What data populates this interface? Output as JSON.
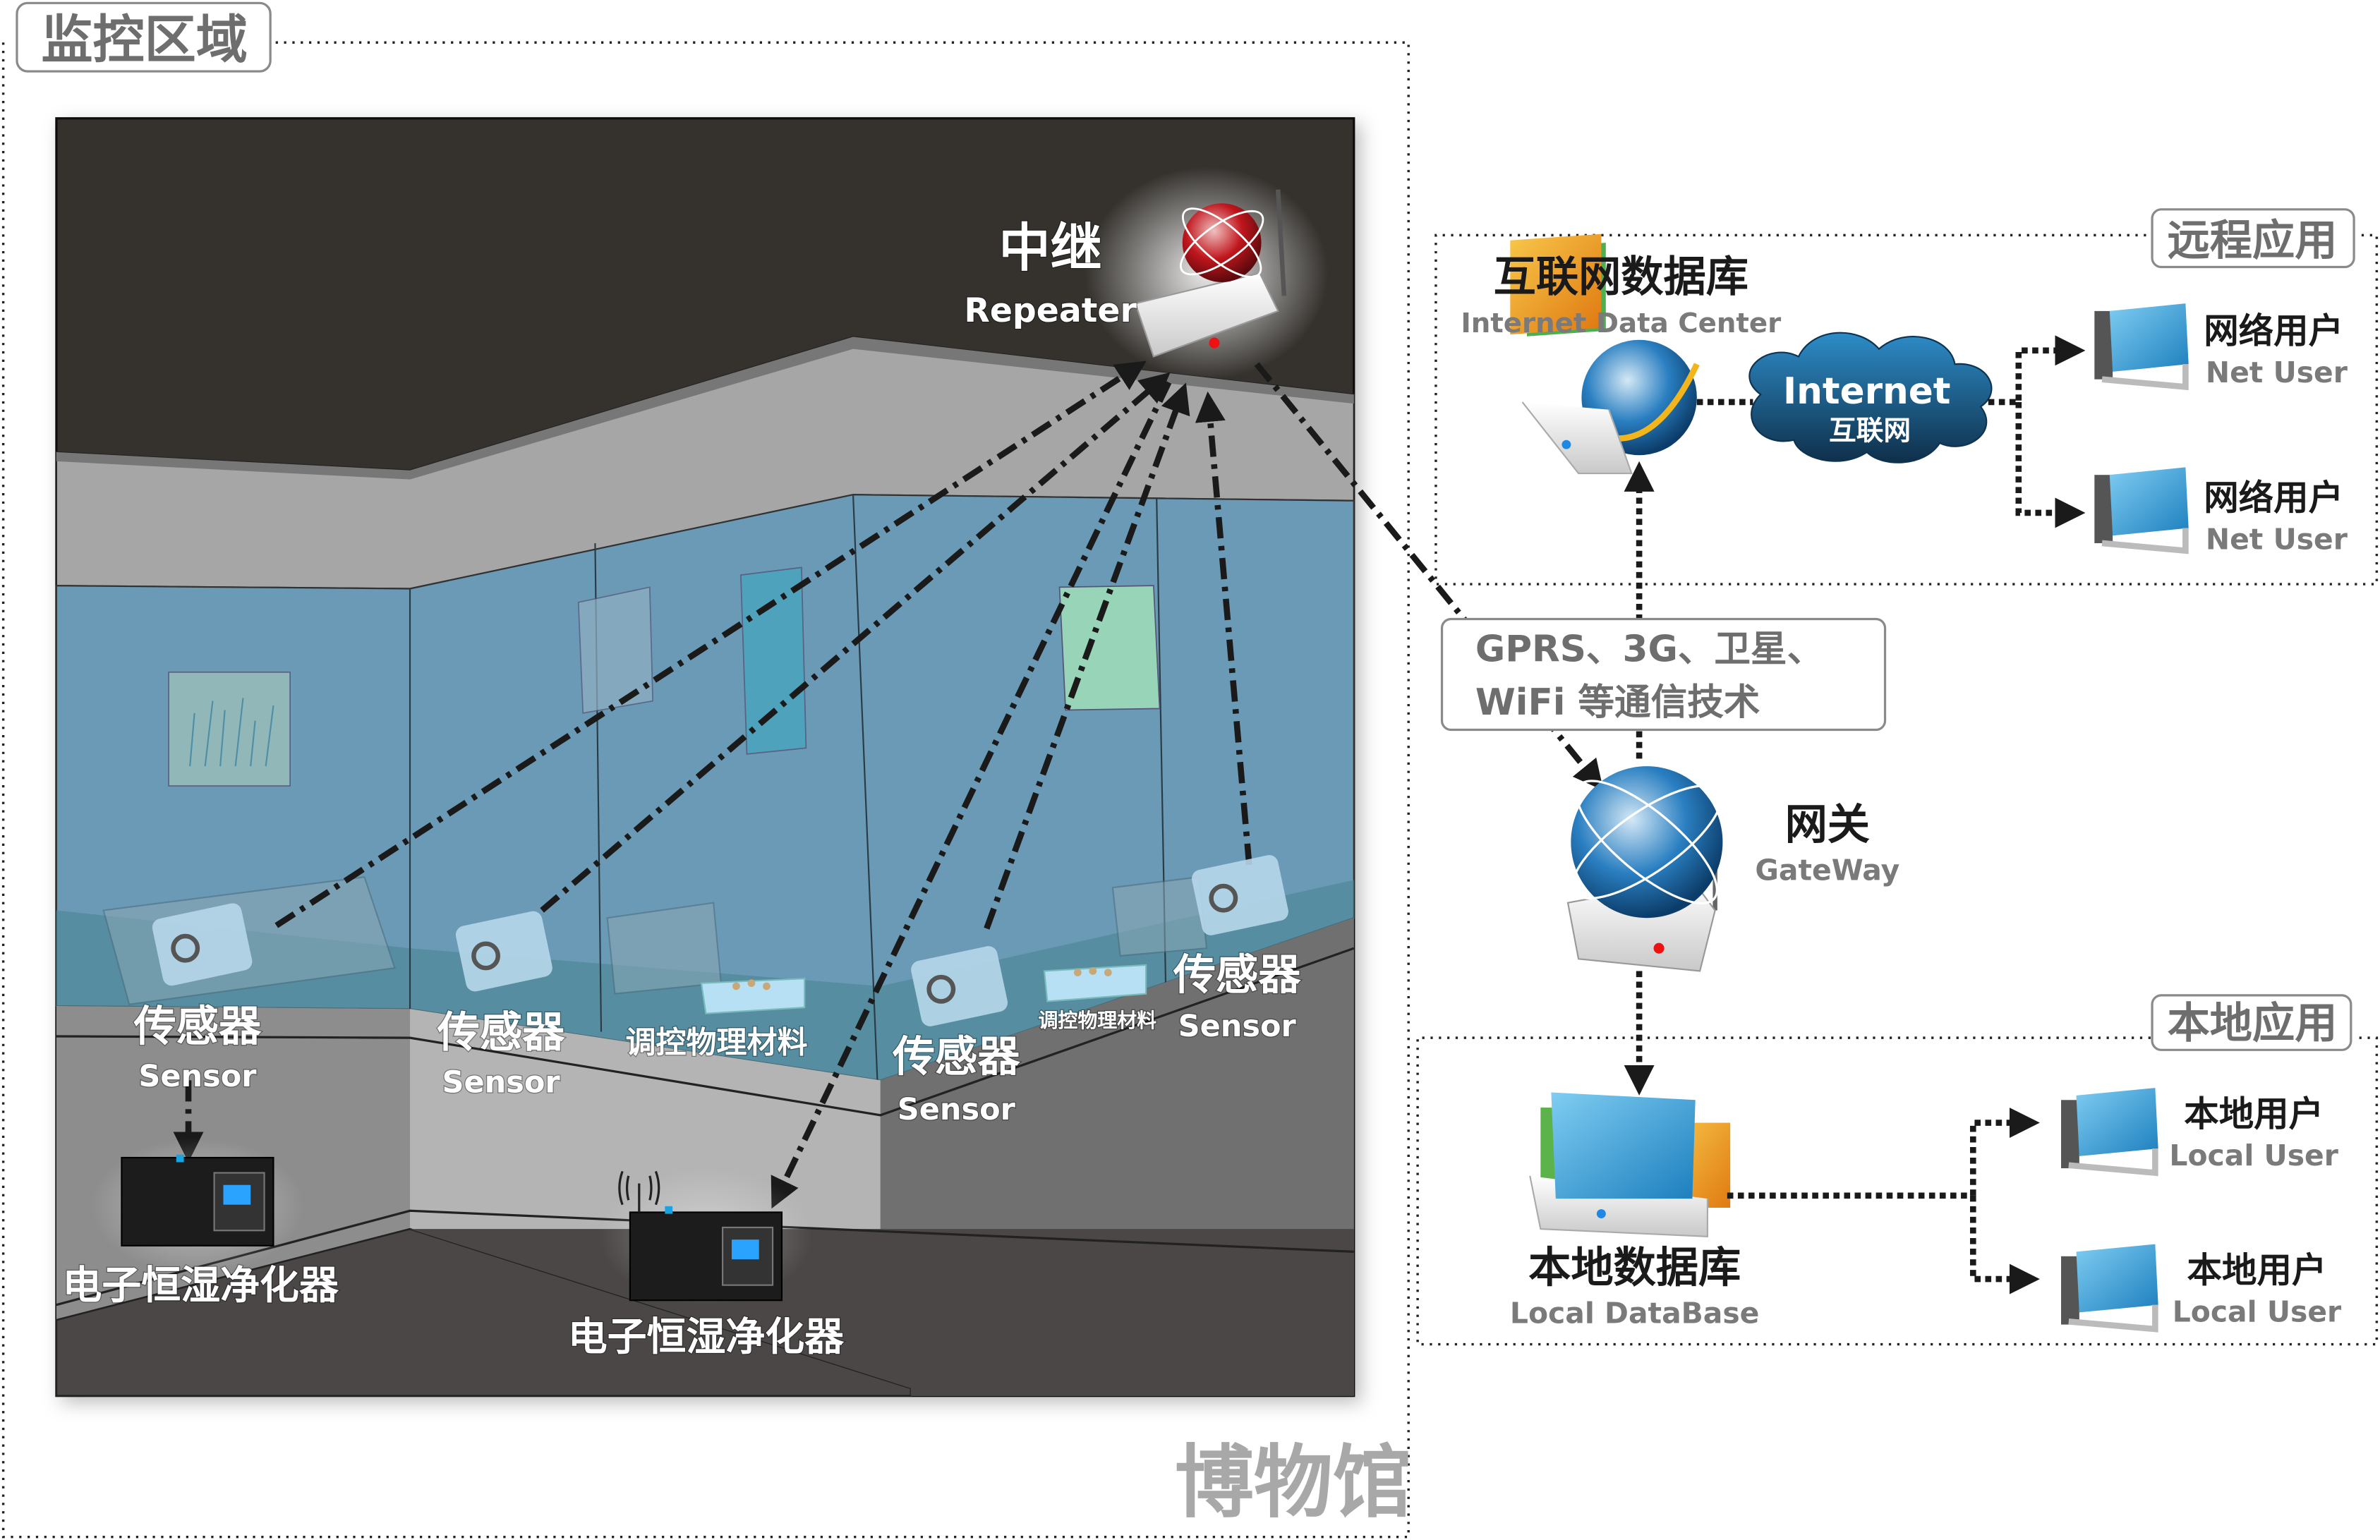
{
  "zones": {
    "monitor_area": "监控区域",
    "remote_app": "远程应用",
    "local_app": "本地应用",
    "museum": "博物馆"
  },
  "repeater": {
    "zh": "中继",
    "en": "Repeater"
  },
  "sensors": [
    {
      "zh": "传感器",
      "en": "Sensor"
    },
    {
      "zh": "传感器",
      "en": "Sensor"
    },
    {
      "zh": "传感器",
      "en": "Sensor"
    },
    {
      "zh": "传感器",
      "en": "Sensor"
    }
  ],
  "materials": [
    {
      "zh": "调控物理材料"
    },
    {
      "zh": "调控物理材料"
    }
  ],
  "purifiers": [
    {
      "zh": "电子恒湿净化器"
    },
    {
      "zh": "电子恒湿净化器"
    }
  ],
  "internet_db": {
    "zh": "互联网数据库",
    "en": "Internet Data Center"
  },
  "internet_cloud": {
    "en": "Internet",
    "zh": "互联网"
  },
  "net_users": [
    {
      "zh": "网络用户",
      "en": "Net User"
    },
    {
      "zh": "网络用户",
      "en": "Net User"
    }
  ],
  "comm_tech": {
    "line1": "GPRS、3G、卫星、",
    "line2": "WiFi 等通信技术"
  },
  "gateway": {
    "zh": "网关",
    "en": "GateWay"
  },
  "local_db": {
    "zh": "本地数据库",
    "en": "Local DataBase"
  },
  "local_users": [
    {
      "zh": "本地用户",
      "en": "Local User"
    },
    {
      "zh": "本地用户",
      "en": "Local User"
    }
  ],
  "colors": {
    "ceiling": "#36312f",
    "wall_grey": "#a4a4a4",
    "glass_blue": "#6a9ab5",
    "floor": "#4c4747",
    "repeater_globe": "#c0161d",
    "gateway_globe": "#1b6fb0",
    "cloud": "#1f6d9e",
    "screen_blue": "#2a9ad4"
  }
}
